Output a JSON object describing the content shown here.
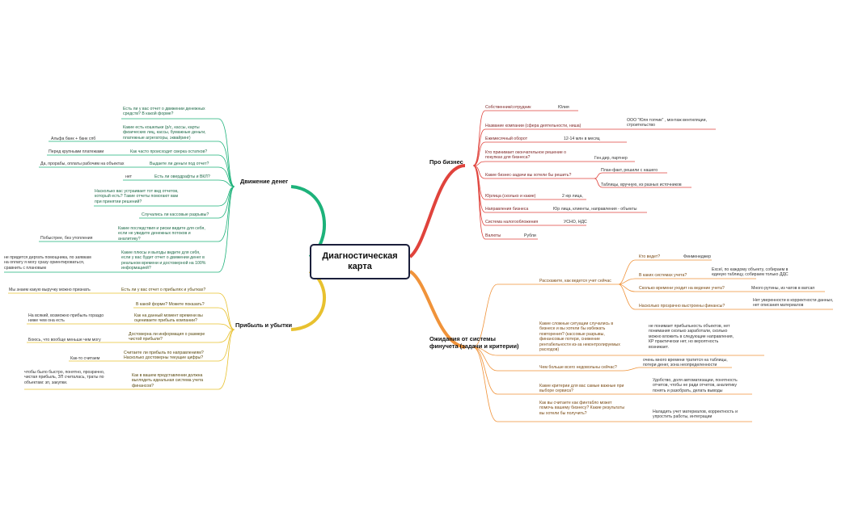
{
  "central": "Диагностическая\nкарта",
  "branches": {
    "money": "Движение денег",
    "profit": "Прибыль и убытки",
    "business": "Про бизнес",
    "expect": "Ожидания от системы\nфинучета (задачи и критерии)"
  },
  "money_questions": [
    "Есть ли у вас отчет о движении денежных\nсредств? В какой форме?",
    "Какие есть кошельки (р/с, кассы, карты\nфизических лиц, кассы, бумажные деньги,\nплатежные агрегаторы, эквайринг)",
    "Как часто происходит сверка остатков?",
    "Выдаете ли деньги под отчет?",
    "Есть ли овердрафты и ВКЛ?",
    "Насколько вас устраивает тот вид отчетов,\nкоторый есть? Такие отчеты помогают вам\nпри принятии решений?",
    "Случались ли кассовые разрывы?",
    "Какие последствия и риски видите для себя,\nесли не увидите денежных потоков и\nаналитику?",
    "Какие плюсы и выгоды видите для себя,\nесли у вас будет отчет о движении денег в\nреальном времени и достоверной на 100%\nинформацией?"
  ],
  "money_answers": [
    "Альфа банк + банк спб",
    "Перед крупными платежами",
    "Да, прорабы, оплаты рабочим на объектах",
    "нет",
    "Побыстрее, без утопления",
    "не придется дергать помощника, по заявкам\nна оплату я могу сразу ориентироваться,\nсравнить с плановым"
  ],
  "profit_questions": [
    "Есть ли у вас отчет о прибылях и убытках?",
    "В какой форме? Можете показать?",
    "Как на данный момент времени вы\nоцениваете прибыль компании?",
    "Достоверна ли информация о размере\nчистой прибыли?",
    "Считаете ли прибыль по направлениям?\nНасколько достоверны текущие цифры?",
    "Как в вашем представлении должна\nвыглядеть идеальная система учета\nфинансов?"
  ],
  "profit_answers": [
    "Мы знаем какую выручку можно признать",
    "На всякий, возможно прибыль гораздо\nниже чем она есть",
    "Боюсь, что вообще меньше чем могу",
    "Как-то считаем",
    "чтобы было быстро, понятно, прозрачно,\nчистая прибыль, ЗП считалась, траты по\nобъектам: зп, закупки."
  ],
  "business_items": [
    {
      "q": "Собственник/сотрудник",
      "a": "Юлия"
    },
    {
      "q": "Название компании (сфера деятельности, ниша)",
      "a": "ООО \"Юля топчик\" , монтаж вентиляции,\nстроительство"
    },
    {
      "q": "Ежемесячный оборот",
      "a": "12-14 млн в месяц"
    },
    {
      "q": "Кто принимает окончательное решение о\nпокупках для бизнеса?",
      "a": "Ген.дир, партнер"
    },
    {
      "q": "Какие бизнес-задачи вы хотели бы решить?",
      "a": "План-факт, решили с нашего"
    },
    {
      "q": "",
      "a": "Таблицы, вручную, из разных источников"
    },
    {
      "q": "Юрлица (сколько и какие)",
      "a": "2 юр лица,"
    },
    {
      "q": "Направления бизнеса",
      "a": "Юр лица, клиенты, направления - объекты"
    },
    {
      "q": "Система налогообложения",
      "a": "УСНО, НДС"
    },
    {
      "q": "Валюты",
      "a": "Рубли"
    }
  ],
  "expect_items": {
    "q1": "Расскажите, как ведется учет сейчас",
    "q1a": "Кто ведет?",
    "q1a_ans": "Финменеджер",
    "q1b": "В каких системах учета?",
    "q1b_ans": "Excel, по каждому объекту, собираем в\nединую таблицу, собираем только ДДС",
    "q1c": "Сколько времени уходит на ведение учета?",
    "q1c_ans": "Много рутины, из чатов в ватсап",
    "q1d": "Насколько прозрачно выстроены финансы?",
    "q1d_ans": "Нет уверенности в корректности данных,\nнет описания материалов",
    "q2": "Какие сложные ситуации случались в\nбизнесе и вы хотели бы избежать\nповторения? (кассовые разрывы,\nфинансовые потери, снижение\nрентабельности из-за неконтролируемых\nрасходов)",
    "q2_ans": "не понимает прибыльность объектов, нет\nпонимания сколько заработали, сколько\nможно вложить в следующие направления,\nКР практически нет, но вероятность\nвозникает.",
    "q3": "Чем больше всего недовольны сейчас?",
    "q3_ans": "очень много времени тратится на таблицы,\nпотери денег, зона неопределенности",
    "q4": "Какие критерии для вас самые важные при\nвыборе сервиса?",
    "q4_ans": "Удобство, доля автоматизации, понятность\nотчетов, чтобы не ради отчетов, аналитику\nпонять и разобрать, делать выводы",
    "q5": "Как вы считаете как финтабло может\nпомочь вашему бизнесу? Какие результаты\nвы хотели бы получить?",
    "q5_ans": "Наладить учет материалов, корректность и\nупростить работы, интеграции"
  },
  "colors": {
    "money": "#1db27a",
    "profit": "#e8c12f",
    "business": "#e0433c",
    "expect": "#f0933a",
    "center_border": "#1b1f3b"
  }
}
